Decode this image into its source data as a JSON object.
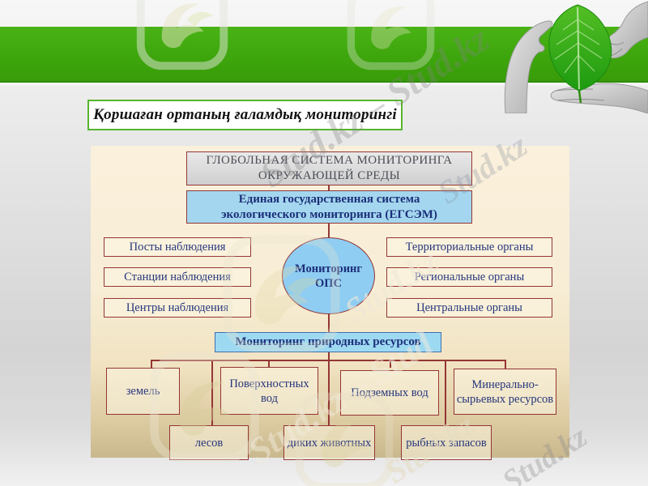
{
  "slide": {
    "title": "Қоршаған ортаның ғаламдық мониторингі"
  },
  "diagram": {
    "top_box": {
      "line1": "ГЛОБОЛЬНАЯ СИСТЕМА МОНИТОРИНГА",
      "line2": "ОКРУЖАЮЩЕЙ СРЕДЫ"
    },
    "egsem_box": {
      "line1": "Единая государственная система",
      "line2": "экологического мониторинга (ЕГСЭМ)"
    },
    "circle": {
      "line1": "Мониторинг",
      "line2": "ОПС"
    },
    "left_boxes": [
      "Посты наблюдения",
      "Станции наблюдения",
      "Центры наблюдения"
    ],
    "right_boxes": [
      "Территориальные органы",
      "Региональные органы",
      "Центральные органы"
    ],
    "resources_box": "Мониторинг природных ресурсов",
    "row1": [
      "земель",
      "Поверхностных вод",
      "Подземных вод",
      "Минерально-сырьевых ресурсов"
    ],
    "row2": [
      "лесов",
      "диких животных",
      "рыбных запасов"
    ]
  },
  "watermark": {
    "brand": "Stud.kz",
    "brand_pair": "Stud.kz – Stud.kz",
    "brand_partial": "Stud.kz – Stud"
  },
  "colors": {
    "banner_green": "#3ea60d",
    "title_border_green": "#56b52c",
    "panel_cream": "#f8eed6",
    "panel_tan_bottom": "#c9b88d",
    "connector_maroon": "#943634",
    "box_blue_fill": "#a4d7ef",
    "circle_blue_fill": "#8fcdf2",
    "cyan_fill": "#9ed9f2",
    "text_navy": "#26357c",
    "text_gray": "#4b4e57",
    "leaf_green": "#2fa617"
  }
}
